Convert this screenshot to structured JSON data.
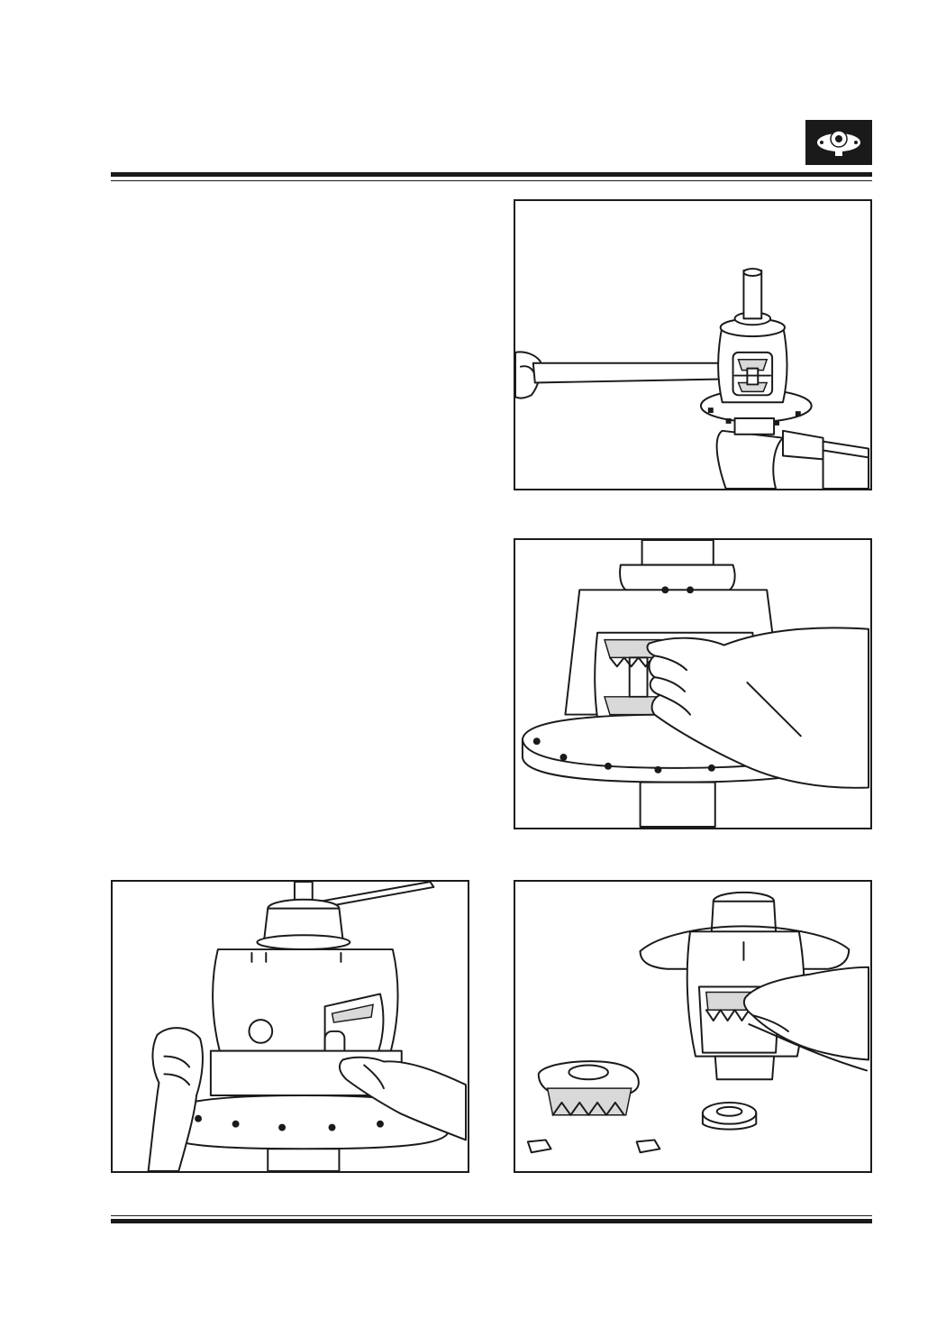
{
  "page": {
    "background": "#ffffff",
    "ink": "#1a1a1a"
  },
  "header": {
    "badge_icon": "differential-emblem-icon"
  },
  "figures": [
    {
      "id": "fig-1",
      "icon": "differential-torque-wrench-illustration"
    },
    {
      "id": "fig-2",
      "icon": "differential-gear-removal-illustration"
    },
    {
      "id": "fig-3",
      "icon": "differential-case-vice-illustration"
    },
    {
      "id": "fig-4",
      "icon": "differential-disassembled-parts-illustration"
    }
  ]
}
